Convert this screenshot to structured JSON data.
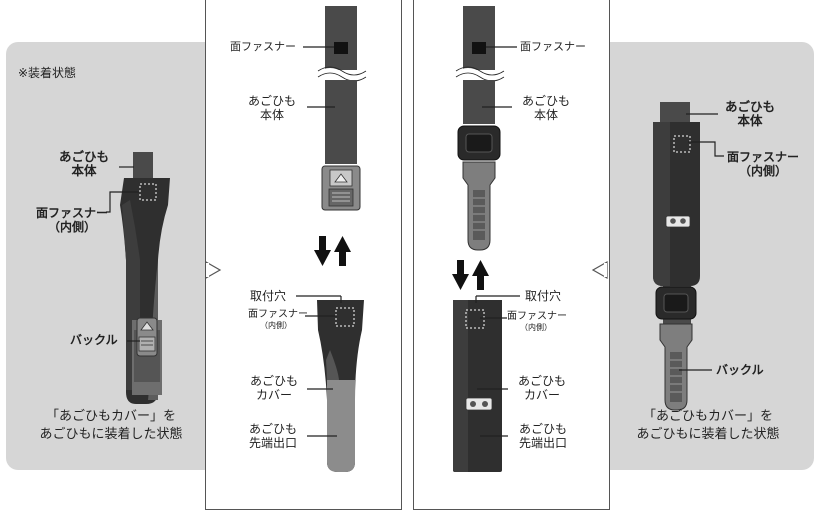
{
  "colors": {
    "panel_gray": "#d6d6d6",
    "strap_dark": "#4a4a4a",
    "cover_dark": "#2f2f2f",
    "cover_mid": "#6e6e6e",
    "cover_tip": "#8c8c8c"
  },
  "left_panel": {
    "note": "※装着状態",
    "strap_body": [
      "あごひも",
      "本体"
    ],
    "velcro": "面ファスナー",
    "velcro_inner": "（内側）",
    "buckle": "バックル",
    "caption": [
      "「あごひもカバー」を",
      "あごひもに装着した状態"
    ]
  },
  "center_left": {
    "velcro_top": "面ファスナー",
    "strap_body": [
      "あごひも",
      "本体"
    ],
    "mount_hole": "取付穴",
    "velcro_inner": [
      "面ファスナー",
      "（内側）"
    ],
    "cover": [
      "あごひも",
      "カバー"
    ],
    "tip_exit": [
      "あごひも",
      "先端出口"
    ]
  },
  "center_right": {
    "velcro_top": "面ファスナー",
    "strap_body": [
      "あごひも",
      "本体"
    ],
    "mount_hole": "取付穴",
    "velcro_inner": [
      "面ファスナー",
      "（内側）"
    ],
    "cover": [
      "あごひも",
      "カバー"
    ],
    "tip_exit": [
      "あごひも",
      "先端出口"
    ]
  },
  "right_panel": {
    "strap_body": [
      "あごひも",
      "本体"
    ],
    "velcro": "面ファスナー",
    "velcro_inner": "（内側）",
    "buckle": "バックル",
    "caption": [
      "「あごひもカバー」を",
      "あごひもに装着した状態"
    ]
  },
  "icons": [
    "swap-arrows-icon",
    "swap-arrows-icon",
    "callout-pointer-icon",
    "callout-pointer-icon"
  ]
}
